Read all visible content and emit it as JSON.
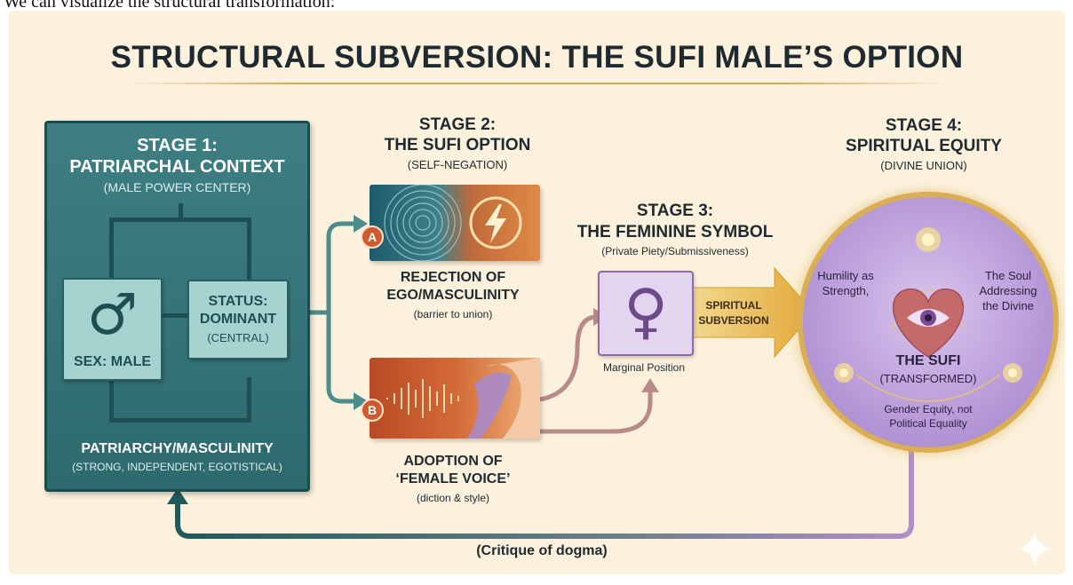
{
  "intro_text": "We can visualize the structural transformation:",
  "title": "STRUCTURAL SUBVERSION: THE SUFI MALE’S OPTION",
  "stage1": {
    "heading": "STAGE 1:",
    "name": "PATRIARCHAL CONTEXT",
    "sub": "(MALE POWER CENTER)",
    "sex_symbol": "♂",
    "sex_label": "SEX: MALE",
    "status_line1": "STATUS:",
    "status_line2": "DOMINANT",
    "status_line3": "(CENTRAL)",
    "bottom_title": "PATRIARCHY/MASCULINITY",
    "bottom_sub": "(STRONG, INDEPENDENT, EGOTISTICAL)"
  },
  "stage2": {
    "heading": "STAGE 2:",
    "name": "THE SUFI OPTION",
    "sub": "(SELF-NEGATION)",
    "a_badge": "A",
    "a_line1": "REJECTION OF",
    "a_line2": "EGO/MASCULINITY",
    "a_sub": "(barrier to union)",
    "b_badge": "B",
    "b_line1": "ADOPTION OF",
    "b_line2": "‘FEMALE VOICE’",
    "b_sub": "(diction & style)"
  },
  "stage3": {
    "heading": "STAGE 3:",
    "name": "THE FEMININE SYMBOL",
    "sub": "(Private Piety/Submissiveness)",
    "symbol": "♀",
    "position_label": "Marginal Position",
    "arrow_line1": "SPIRITUAL",
    "arrow_line2": "SUBVERSION"
  },
  "stage4": {
    "heading": "STAGE 4:",
    "name": "SPIRITUAL EQUITY",
    "sub": "(DIVINE UNION)",
    "left_line1": "Humility as",
    "left_line2": "Strength,",
    "right_line1": "The Soul",
    "right_line2": "Addressing",
    "right_line3": "the Divine",
    "center_title": "THE SUFI",
    "center_sub": "(TRANSFORMED)",
    "bottom_line1": "Gender Equity, not",
    "bottom_line2": "Political Equality"
  },
  "feedback_label": "(Critique of dogma)",
  "colors": {
    "background": "#fbf1dc",
    "teal": "#2c6a6e",
    "teal_light": "#a5d3cf",
    "orange": "#cf5a30",
    "purple": "#b89ad8",
    "gold": "#d9ae55",
    "mauve_arrow": "#b88a8a"
  },
  "icons": [
    "male-symbol-icon",
    "female-symbol-icon",
    "eye-heart-icon",
    "spiral-icon",
    "lightning-icon",
    "sparkle-icon",
    "sound-wave-icon"
  ]
}
